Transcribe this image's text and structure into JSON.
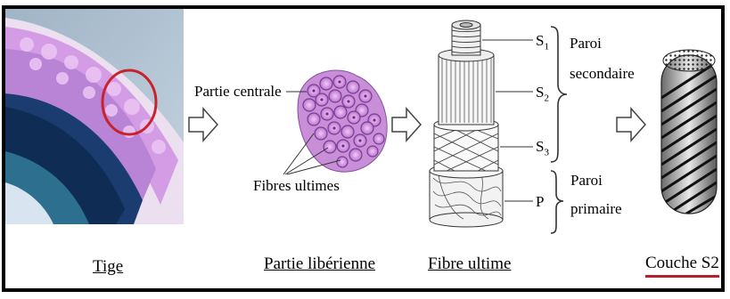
{
  "captions": {
    "tige": "Tige",
    "partie_liberienne": "Partie libérienne",
    "fibre_ultime": "Fibre ultime",
    "couche_s2": "Couche S2"
  },
  "labels": {
    "partie_centrale": "Partie centrale",
    "fibres_ultimes": "Fibres ultimes",
    "s1_main": "S",
    "s1_sub": "1",
    "s2_main": "S",
    "s2_sub": "2",
    "s3_main": "S",
    "s3_sub": "3",
    "p": "P",
    "paroi_secondaire_1": "Paroi",
    "paroi_secondaire_2": "secondaire",
    "paroi_primaire_1": "Paroi",
    "paroi_primaire_2": "primaire"
  },
  "colors": {
    "highlight_circle": "#c8232c",
    "stem_tissue": "#d59ce6",
    "stem_core": "#1a3c6e",
    "s2_underline": "#b3222a"
  }
}
